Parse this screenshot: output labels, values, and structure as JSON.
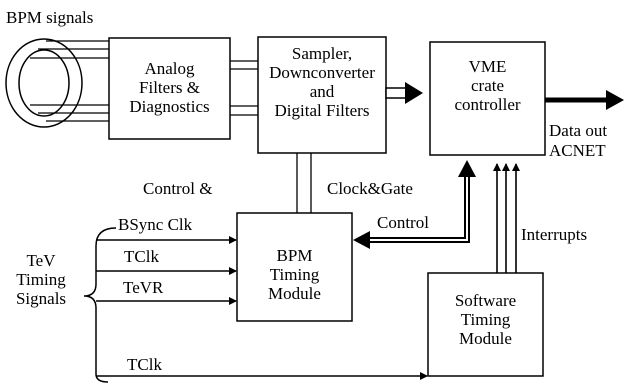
{
  "labels": {
    "bpm_signals": "BPM signals",
    "analog_1": "Analog",
    "analog_2": "Filters &",
    "analog_3": "Diagnostics",
    "sampler_1": "Sampler,",
    "sampler_2": "Downconverter",
    "sampler_3": "and",
    "sampler_4": "Digital Filters",
    "vme_1": "VME",
    "vme_2": "crate",
    "vme_3": "controller",
    "data_out": "Data out",
    "acnet": "ACNET",
    "control_and": "Control &",
    "clock_gate": "Clock&Gate",
    "control": "Control",
    "interrupts": "Interrupts",
    "bsync_clk": "BSync Clk",
    "tclk_1": "TClk",
    "tevr": "TeVR",
    "tclk_2": "TClk",
    "tev": "TeV",
    "timing": "Timing",
    "signals": "Signals",
    "bpm_timing_1": "BPM",
    "bpm_timing_2": "Timing",
    "bpm_timing_3": "Module",
    "sw_timing_1": "Software",
    "sw_timing_2": "Timing",
    "sw_timing_3": "Module"
  }
}
